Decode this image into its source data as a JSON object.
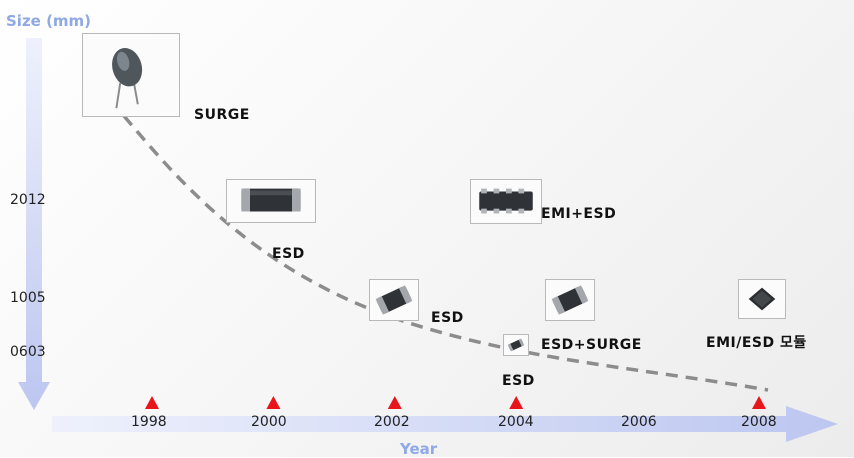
{
  "axes": {
    "y_title": "Size (mm)",
    "x_title": "Year",
    "y_ticks": [
      "2012",
      "1005",
      "0603"
    ],
    "x_ticks": [
      "1998",
      "2000",
      "2002",
      "2004",
      "2006",
      "2008"
    ],
    "marker_years": [
      "1998",
      "2000",
      "2002",
      "2004",
      "2008"
    ]
  },
  "components": [
    {
      "id": "surge-1998",
      "label": "SURGE",
      "icon": "through-hole-varistor"
    },
    {
      "id": "esd-2000",
      "label": "ESD",
      "icon": "chip-2012"
    },
    {
      "id": "esd-2002",
      "label": "ESD",
      "icon": "chip-1005"
    },
    {
      "id": "emi-esd-2004",
      "label": "EMI+ESD",
      "icon": "chip-array"
    },
    {
      "id": "esd-surge-2004",
      "label": "ESD+SURGE",
      "icon": "chip-1005"
    },
    {
      "id": "esd-2004",
      "label": "ESD",
      "icon": "chip-0603"
    },
    {
      "id": "emi-esd-module-2008",
      "label": "EMI/ESD 모듈",
      "icon": "bga-module"
    }
  ],
  "colors": {
    "axis_arrow": "#c7d0f3",
    "axis_title": "#8fa8e6",
    "marker": "#e8151b",
    "trend_line": "#8c8c8c"
  }
}
